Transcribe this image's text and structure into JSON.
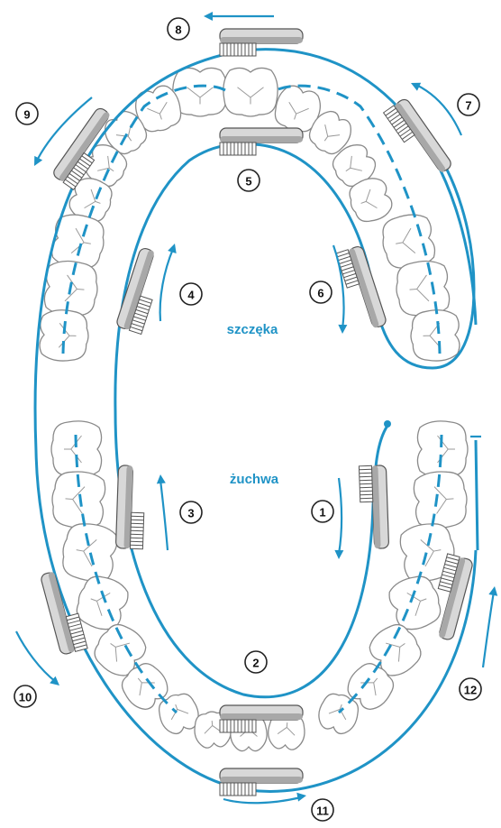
{
  "labels": {
    "upper_jaw": "szczęka",
    "lower_jaw": "żuchwa"
  },
  "steps": [
    "1",
    "2",
    "3",
    "4",
    "5",
    "6",
    "7",
    "8",
    "9",
    "10",
    "11",
    "12"
  ],
  "colors": {
    "accent": "#1f93c6",
    "outline": "#8a8a8a",
    "brush": "#d8d8d8"
  }
}
